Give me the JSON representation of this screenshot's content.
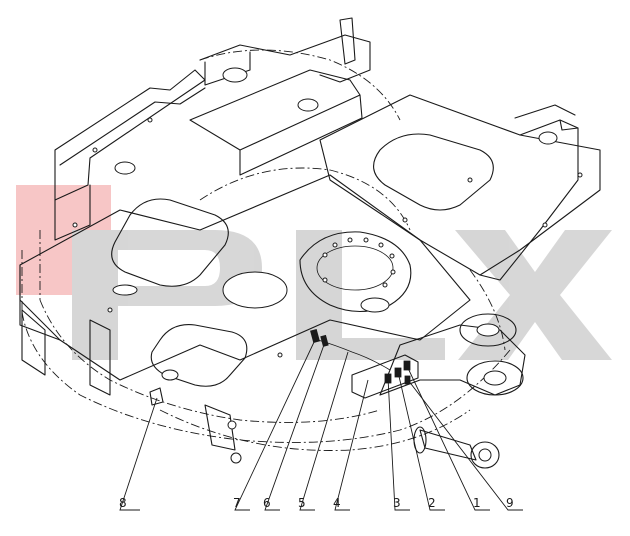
{
  "watermark": {
    "text": "PLX",
    "colors": {
      "red_block": "#f5b3b3",
      "gray_letters": "#c9c9c9"
    }
  },
  "callouts": [
    {
      "label": "8"
    },
    {
      "label": "7"
    },
    {
      "label": "6"
    },
    {
      "label": "5"
    },
    {
      "label": "4"
    },
    {
      "label": "3"
    },
    {
      "label": "2"
    },
    {
      "label": "1"
    },
    {
      "label": "9"
    }
  ],
  "colors": {
    "ink": "#1a1a1a",
    "background": "#ffffff"
  }
}
